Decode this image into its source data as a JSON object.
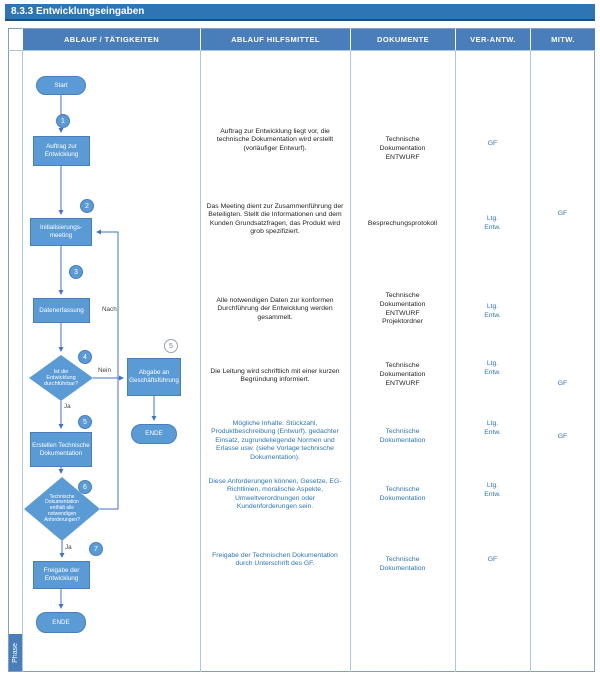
{
  "title": "8.3.3 Entwicklungseingaben",
  "phase_label": "Phase",
  "columns": {
    "activities": "ABLAUF / TÄTIGKEITEN",
    "tools": "ABLAUF HILFSMITTEL",
    "documents": "DOKUMENTE",
    "responsible": "VER-ANTW.",
    "participation": "MITW."
  },
  "colors": {
    "title_bar": "#2e75b6",
    "header_blue": "#4a7ebb",
    "shape_blue": "#5b9bd5",
    "connector_blue": "#4472c4",
    "text_blue": "#2e74b5"
  },
  "flow": {
    "start_label": "Start",
    "ende_label": "ENDE",
    "side_ende_label": "ENDE",
    "abgabe_label": "Abgabe an\nGeschäftsführung",
    "side_badge": "5",
    "nein_label": "Nein",
    "ja_label_1": "Ja",
    "ja_label_2": "Ja",
    "loop_label": "Nach"
  },
  "steps": [
    {
      "n": "1",
      "activity": "Auftrag zur\nEntwicklung",
      "hilfsmittel": "Auftrag zur Entwicklung liegt vor, die technische Dokumentation wird erstellt (vorläufiger Entwurf).",
      "dokumente": "Technische\nDokumentation\nENTWURF",
      "verantw": "GF",
      "mitw": ""
    },
    {
      "n": "2",
      "activity": "Initialisierungs-\nmeeting",
      "hilfsmittel": "Das Meeting dient zur Zusammenführung der Beteiligten. Stellt die Informationen und dem Kunden Grundsatzfragen, das Produkt wird grob spezifiziert.",
      "dokumente": "Besprechungsprotokoll",
      "verantw": "Ltg.\nEntw.",
      "mitw": "GF"
    },
    {
      "n": "3",
      "activity": "Datenerfassung",
      "hilfsmittel": "Alle notwendigen Daten zur konformen Durchführung der Entwicklung werden gesammelt.",
      "dokumente": "Technische\nDokumentation\nENTWURF\nProjektordner",
      "verantw": "Ltg.\nEntw.",
      "mitw": ""
    },
    {
      "n": "4",
      "activity": "Ist die\nEntwicklung\ndurchführbar?",
      "hilfsmittel": "Die Leitung wird schriftlich mit einer kurzen Begründung informiert.",
      "dokumente": "Technische\nDokumentation\nENTWURF",
      "verantw": "Ltg.\nEntw.",
      "mitw": "GF"
    },
    {
      "n": "5",
      "activity": "Erstellen Technische\nDokumentation",
      "hilfsmittel": "Mögliche Inhalte: Stückzahl, Produktbeschreibung (Entwurf), gedachter Einsatz, zugrundeliegende Normen und Erlasse usw. (siehe Vorlage technische Dokumentation).",
      "dokumente": "Technische\nDokumentation",
      "verantw": "Ltg.\nEntw.",
      "mitw": "GF"
    },
    {
      "n": "6",
      "activity": "Technische\nDokumentation\nenthält alle\nnotwendigen\nAnforderungen?",
      "hilfsmittel": "Diese Anforderungen können, Gesetze, EG-Richtlinien, moralische Aspekte, Umweltverordnungen oder Kundenforderungen sein.",
      "dokumente": "Technische\nDokumentation",
      "verantw": "Ltg.\nEntw.",
      "mitw": ""
    },
    {
      "n": "7",
      "activity": "Freigabe der\nEntwicklung",
      "hilfsmittel": "Freigabe der Technischen Dokumentation durch Unterschrift des GF.",
      "dokumente": "Technische\nDokumentation",
      "verantw": "GF",
      "mitw": ""
    }
  ]
}
